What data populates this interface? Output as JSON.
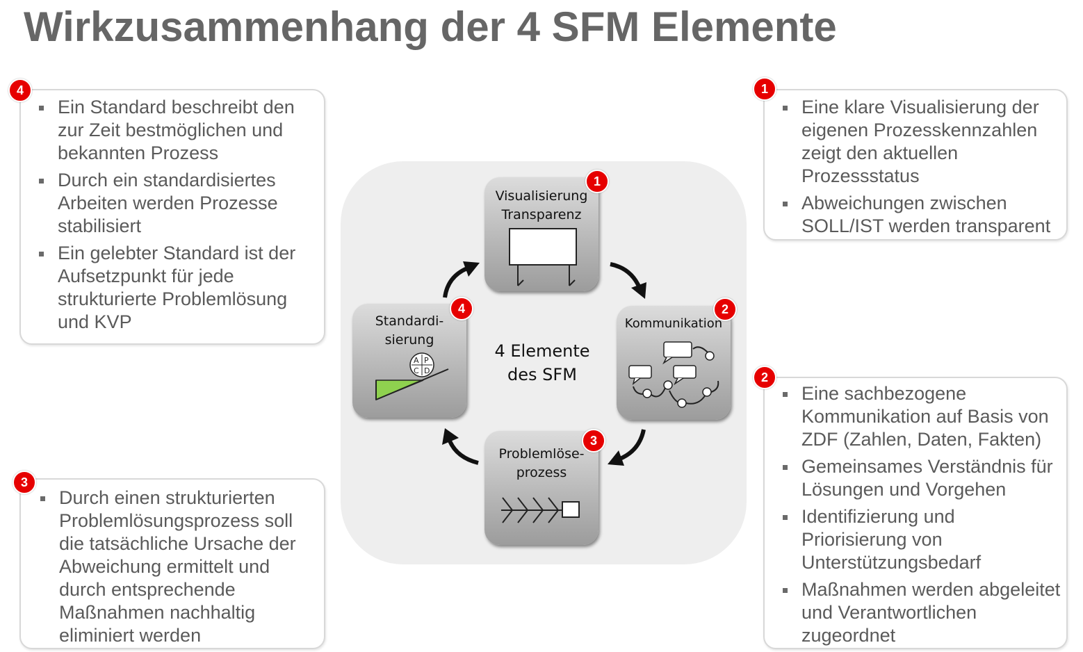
{
  "title": "Wirkzusammenhang der 4 SFM Elemente",
  "center_label_line1": "4 Elemente",
  "center_label_line2": "des SFM",
  "tiles": {
    "visualisierung": {
      "line1": "Visualisierung",
      "line2": "Transparenz",
      "number": "1"
    },
    "kommunikation": {
      "line1": "Kommunikation",
      "number": "2"
    },
    "problemloesung": {
      "line1": "Problemlöse-",
      "line2": "prozess",
      "number": "3"
    },
    "standardisierung": {
      "line1": "Standardi-",
      "line2": "sierung",
      "number": "4"
    }
  },
  "standard_icon_letters": [
    "A",
    "P",
    "C",
    "D"
  ],
  "panels": {
    "p1": {
      "number": "1",
      "bullets": [
        "Eine klare Visualisierung der eigenen Prozesskennzahlen zeigt den aktuellen Prozessstatus",
        "Abweichungen zwischen SOLL/IST werden transparent"
      ]
    },
    "p2": {
      "number": "2",
      "bullets": [
        "Eine sachbezogene Kommunikation auf Basis von ZDF (Zahlen, Daten, Fakten)",
        "Gemeinsames Verständnis für Lösungen und Vorgehen",
        "Identifizierung und Priorisierung von Unterstützungsbedarf",
        "Maßnahmen werden abgeleitet und Verantwortlichen zugeordnet"
      ]
    },
    "p3": {
      "number": "3",
      "bullets": [
        "Durch einen strukturierten Problemlösungsprozess soll die tatsächliche Ursache der Abweichung ermittelt und durch entsprechende Maßnahmen nachhaltig eliminiert werden"
      ]
    },
    "p4": {
      "number": "4",
      "bullets": [
        "Ein Standard beschreibt den zur Zeit bestmöglichen und bekannten Prozess",
        "Durch ein standardisiertes Arbeiten werden Prozesse stabilisiert",
        "Ein gelebter Standard ist der Aufsetzpunkt für jede strukturierte Problemlösung und KVP"
      ]
    }
  },
  "colors": {
    "badge": "#e60000",
    "title": "#666666",
    "text": "#5a5a5a",
    "triangle": "#8fd14f"
  }
}
